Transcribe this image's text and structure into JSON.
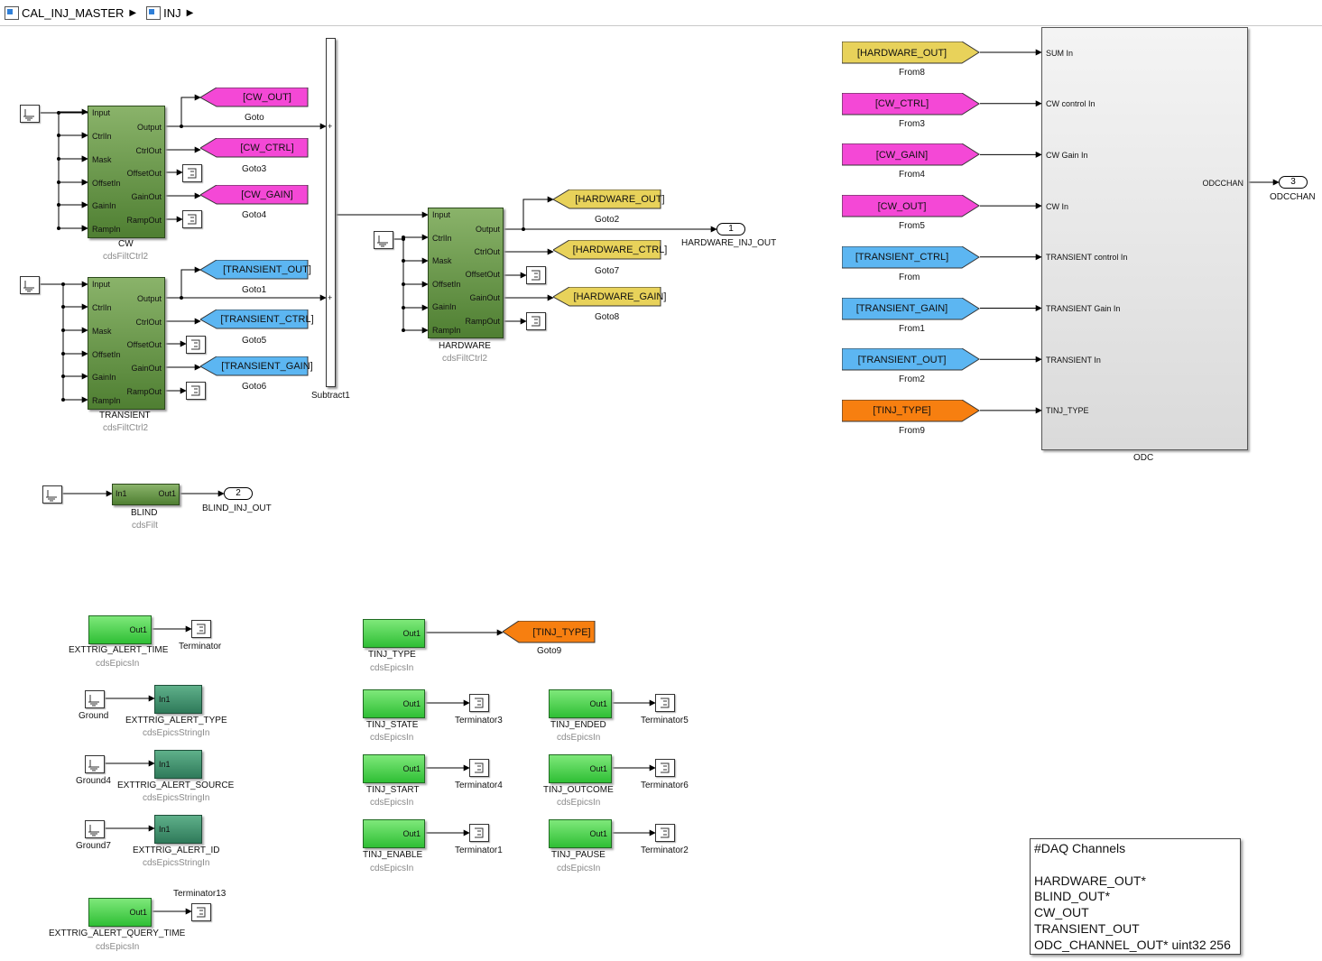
{
  "breadcrumb": {
    "root": "CAL_INJ_MASTER",
    "child": "INJ"
  },
  "cw": {
    "name": "CW",
    "type": "cdsFiltCtrl2"
  },
  "transient": {
    "name": "TRANSIENT",
    "type": "cdsFiltCtrl2"
  },
  "hardware": {
    "name": "HARDWARE",
    "type": "cdsFiltCtrl2"
  },
  "blind": {
    "name": "BLIND",
    "type": "cdsFilt",
    "in": "In1",
    "out": "Out1"
  },
  "filt_inputs": [
    "Input",
    "CtrlIn",
    "Mask",
    "OffsetIn",
    "GainIn",
    "RampIn"
  ],
  "filt_outputs": [
    "Output",
    "CtrlOut",
    "OffsetOut",
    "GainOut",
    "RampOut"
  ],
  "goto_tags": {
    "goto": "[CW_OUT]",
    "goto3": "[CW_CTRL]",
    "goto4": "[CW_GAIN]",
    "goto1": "[TRANSIENT_OUT]",
    "goto5": "[TRANSIENT_CTRL]",
    "goto6": "[TRANSIENT_GAIN]",
    "goto2": "[HARDWARE_OUT]",
    "goto7": "[HARDWARE_CTRL]",
    "goto8": "[HARDWARE_GAIN]",
    "goto9": "[TINJ_TYPE]"
  },
  "goto_names": {
    "goto": "Goto",
    "goto3": "Goto3",
    "goto4": "Goto4",
    "goto1": "Goto1",
    "goto5": "Goto5",
    "goto6": "Goto6",
    "goto2": "Goto2",
    "goto7": "Goto7",
    "goto8": "Goto8",
    "goto9": "Goto9"
  },
  "subtract": {
    "name": "Subtract1",
    "plus": "+"
  },
  "outports": {
    "hardware": {
      "num": "1",
      "name": "HARDWARE_INJ_OUT"
    },
    "blind": {
      "num": "2",
      "name": "BLIND_INJ_OUT"
    },
    "odc": {
      "num": "3",
      "name": "ODCCHAN"
    }
  },
  "from_blocks": [
    {
      "tag": "[HARDWARE_OUT]",
      "name": "From8",
      "port": "SUM In"
    },
    {
      "tag": "[CW_CTRL]",
      "name": "From3",
      "port": "CW control In"
    },
    {
      "tag": "[CW_GAIN]",
      "name": "From4",
      "port": "CW Gain In"
    },
    {
      "tag": "[CW_OUT]",
      "name": "From5",
      "port": "CW In"
    },
    {
      "tag": "[TRANSIENT_CTRL]",
      "name": "From",
      "port": "TRANSIENT control In"
    },
    {
      "tag": "[TRANSIENT_GAIN]",
      "name": "From1",
      "port": "TRANSIENT Gain In"
    },
    {
      "tag": "[TRANSIENT_OUT]",
      "name": "From2",
      "port": "TRANSIENT In"
    },
    {
      "tag": "[TINJ_TYPE]",
      "name": "From9",
      "port": "TINJ_TYPE"
    }
  ],
  "odc": {
    "name": "ODC",
    "out": "ODCCHAN"
  },
  "epics_in": {
    "type": "cdsEpicsIn",
    "port": "Out1",
    "alert_time": "EXTTRIG_ALERT_TIME",
    "query_time": "EXTTRIG_ALERT_QUERY_TIME",
    "tinj_type": "TINJ_TYPE",
    "tinj_state": "TINJ_STATE",
    "tinj_start": "TINJ_START",
    "tinj_enable": "TINJ_ENABLE",
    "tinj_ended": "TINJ_ENDED",
    "tinj_outcome": "TINJ_OUTCOME",
    "tinj_pause": "TINJ_PAUSE"
  },
  "epics_string_in": {
    "type": "cdsEpicsStringIn",
    "port": "In1",
    "alert_type": "EXTTRIG_ALERT_TYPE",
    "alert_source": "EXTTRIG_ALERT_SOURCE",
    "alert_id": "EXTTRIG_ALERT_ID"
  },
  "grounds": {
    "g": "Ground",
    "g4": "Ground4",
    "g7": "Ground7"
  },
  "terminators": {
    "t": "Terminator",
    "t1": "Terminator1",
    "t2": "Terminator2",
    "t3": "Terminator3",
    "t4": "Terminator4",
    "t5": "Terminator5",
    "t6": "Terminator6",
    "t13": "Terminator13"
  },
  "daq_note": [
    "#DAQ Channels",
    "HARDWARE_OUT*",
    "BLIND_OUT*",
    "CW_OUT",
    "TRANSIENT_OUT",
    "ODC_CHANNEL_OUT* uint32 256"
  ],
  "colors": {
    "magenta": "#f448d6",
    "blue": "#5cb6f2",
    "yellow": "#e8d25a",
    "orange": "#f77f10",
    "filt_green": "#5d8c3e",
    "epics_green": "#3ecf43"
  }
}
